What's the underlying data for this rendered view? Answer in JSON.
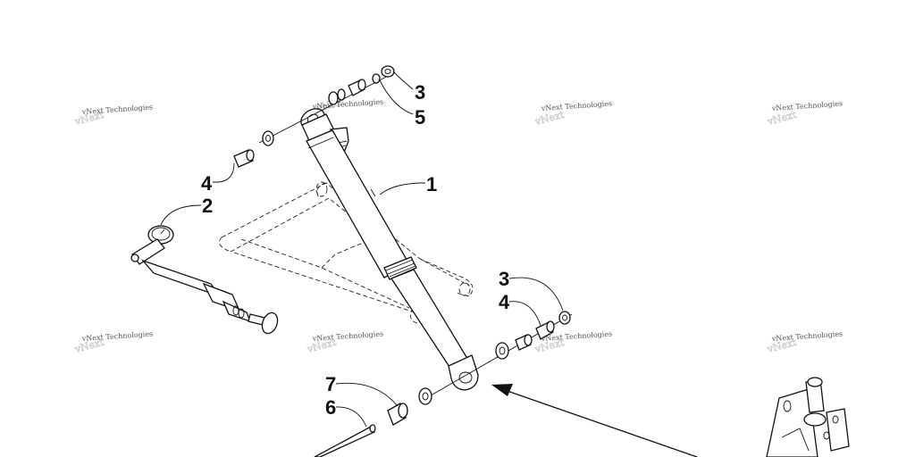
{
  "diagram": {
    "callouts": [
      {
        "id": "c3a",
        "text": "3"
      },
      {
        "id": "c5",
        "text": "5"
      },
      {
        "id": "c1",
        "text": "1"
      },
      {
        "id": "c4a",
        "text": "4"
      },
      {
        "id": "c2",
        "text": "2"
      },
      {
        "id": "c3b",
        "text": "3"
      },
      {
        "id": "c4b",
        "text": "4"
      },
      {
        "id": "c7",
        "text": "7"
      },
      {
        "id": "c6",
        "text": "6"
      }
    ],
    "watermark": {
      "text": "vNext Technologies",
      "ghost": "vNext"
    }
  }
}
